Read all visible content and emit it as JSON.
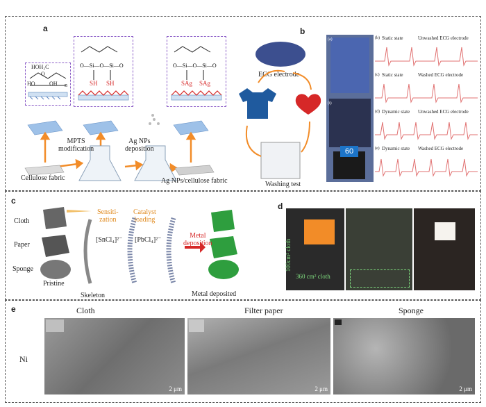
{
  "panels": {
    "a": {
      "label": "a",
      "steps": [
        "MPTS\nmodification",
        "Ag NPs\ndeposition"
      ],
      "captions": {
        "start": "Cellulose fabric",
        "end": "Ag NPs/cellulose fabric",
        "ecg": "ECG electrode",
        "washing": "Washing test"
      },
      "chem": {
        "unit1": [
          "HOH₂C",
          "HO",
          "OH",
          "O",
          "n"
        ],
        "sh_groups": [
          "SH",
          "SH"
        ],
        "sag_groups": [
          "SAg",
          "SAg"
        ]
      }
    },
    "b": {
      "label": "b",
      "rows": [
        {
          "state": "Static state",
          "desc": "Unwashed ECG electrode",
          "tag": "(b)"
        },
        {
          "state": "Static state",
          "desc": "Washed ECG electrode",
          "tag": "(c)"
        },
        {
          "state": "Dynamic state",
          "desc": "Unwashed ECG electrode",
          "tag": "(d)"
        },
        {
          "state": "Dynamic state",
          "desc": "Washed ECG electrode",
          "tag": "(e)"
        }
      ],
      "photo_tags": [
        "(a)",
        "(i)"
      ],
      "phone_reading": "60"
    },
    "c": {
      "label": "c",
      "materials": [
        "Cloth",
        "Paper",
        "Sponge"
      ],
      "pristine": "Pristine",
      "skeleton": "Skeleton",
      "step1": "Sensiti-\nzation",
      "step2": "Catalyst\nloading",
      "step3": "Metal\ndeposition",
      "ion1": "[SnCl₄]²⁻",
      "ion2": "[PbCl₄]²⁻",
      "result": "Metal deposited"
    },
    "d": {
      "label": "d",
      "label_vertical": "100cm² cloth",
      "label_horizontal": "360 cm² cloth"
    },
    "e": {
      "label": "e",
      "columns": [
        "Cloth",
        "Filter paper",
        "Sponge"
      ],
      "row_label": "Ni",
      "scale": "2 μm"
    }
  },
  "colors": {
    "orange": "#f28c28",
    "purple": "#8b5cc7",
    "red": "#d62828",
    "green": "#2e9e3e",
    "ecg": "#e07070"
  }
}
